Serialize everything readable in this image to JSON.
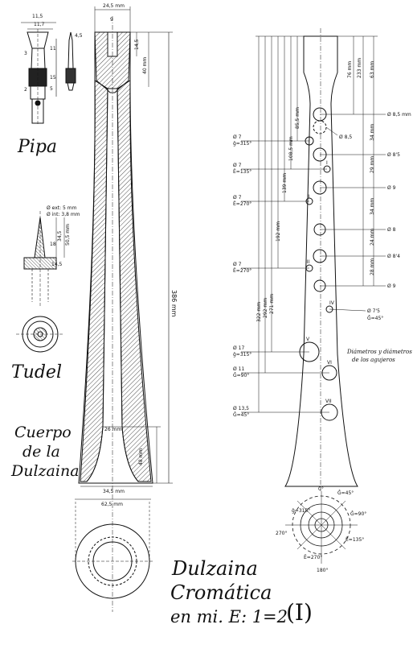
{
  "labels": {
    "pipa": "Pipa",
    "tudel": "Tudel",
    "cuerpo": [
      "Cuerpo",
      "de la",
      "Dulzaina"
    ],
    "title": [
      "Dulzaina",
      "Cromática",
      "en mi. E: 1=2"
    ],
    "sheet_number": "(I)",
    "holes_note": [
      "Diámetros y diámetros",
      "de los agujeros"
    ]
  },
  "pipa_dims": {
    "top_width": "11,5",
    "width": "11,7",
    "d1": "4,5",
    "d2": "11",
    "d3": "15",
    "d4": "5",
    "d5": "3",
    "d6": "2"
  },
  "tudel_dims": {
    "ext": "Ø ext: 5 mm",
    "int": "Ø int: 3,8 mm",
    "len1": "50,5 mm",
    "len2": "34,5",
    "len3": "18",
    "len4": "14,5"
  },
  "body_dims": {
    "top_width": "24,5 mm",
    "inner_top": "9",
    "top_depth": "14,5",
    "cone_depth": "40 mm",
    "length": "386 mm",
    "bell_inner": "26 mm",
    "bell_height": "48 mm",
    "bell_width": "34,5 mm",
    "bottom_width": "62,5 mm"
  },
  "right_dims": {
    "top1": "76 mm",
    "top2": "233 mm",
    "top3": "63 mm",
    "spacings": [
      "34 mm",
      "29 mm",
      "34 mm",
      "24 mm",
      "28 mm"
    ],
    "lengths": [
      "85,5 mm",
      "108,5 mm",
      "139 mm",
      "192 mm",
      "271 mm",
      "292 mm",
      "322 mm"
    ],
    "right_diams": [
      "Ø 8,5 mm",
      "Ø 8,5",
      "Ø 8'5",
      "Ø 9",
      "Ø 8",
      "Ø 8'4",
      "Ø 9",
      "Ø 7'5"
    ],
    "right_angle": "Ĝ=45°",
    "left_diams": [
      {
        "d": "Ø 7",
        "a": "ĝ=315°"
      },
      {
        "d": "Ø 7",
        "a": "Ê=135°"
      },
      {
        "d": "Ø 7",
        "a": "Ê=270°"
      },
      {
        "d": "Ø 7",
        "a": "Ê=270°"
      },
      {
        "d": "Ø 17",
        "a": "ĝ=315°"
      },
      {
        "d": "Ø 11",
        "a": "Ĝ=90°"
      },
      {
        "d": "Ø 13,5",
        "a": "Ĝ=45°"
      }
    ],
    "romans": [
      "I",
      "II",
      "III",
      "IV",
      "V",
      "VI",
      "VII"
    ]
  },
  "compass": {
    "top": "0°",
    "a45": "Ĝ=45°",
    "a315": "ĝ=315°",
    "a90": "Ĝ=90°",
    "a270": "270°",
    "a135": "Ê=135°",
    "a225": "Ê=270°",
    "bottom": "180°"
  }
}
